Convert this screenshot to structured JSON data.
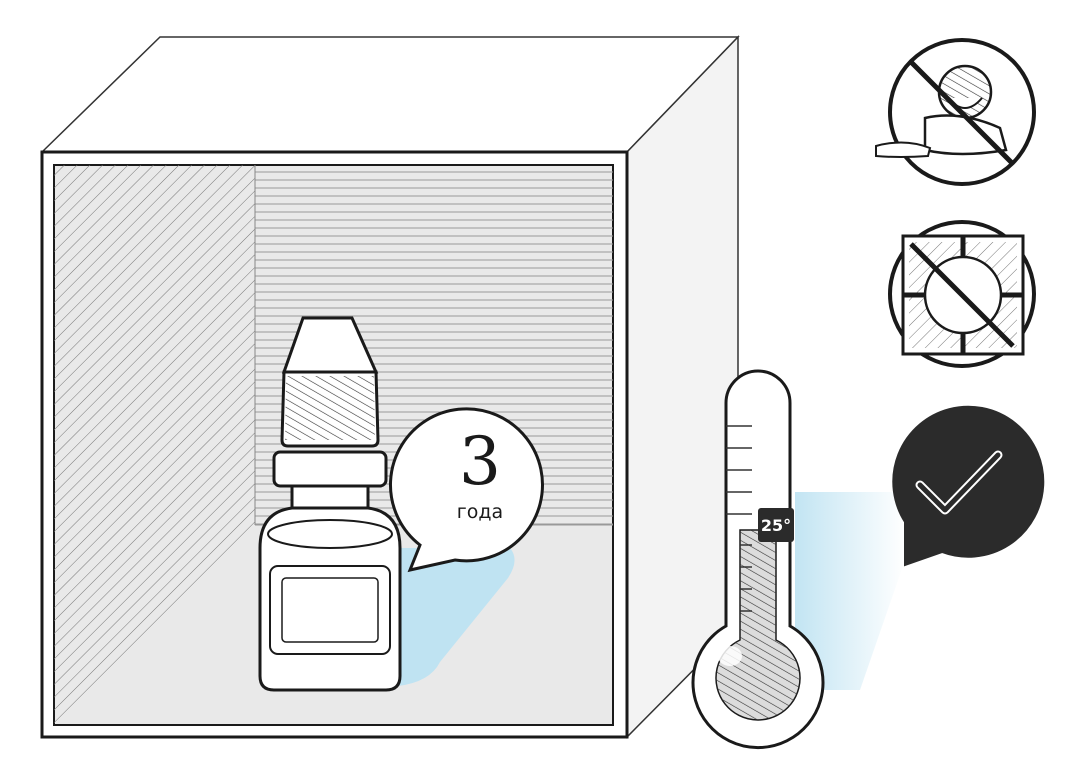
{
  "storage": {
    "shelf_life_number": "3",
    "shelf_life_unit": "года",
    "temperature_label": "25°"
  },
  "icons": {
    "no_children": "no-children-icon",
    "no_sunlight": "no-sunlight-icon",
    "approved": "checkmark-icon"
  },
  "colors": {
    "accent_blue": "#bfe3f2",
    "dark": "#2b2b2b",
    "cabinet_back": "#e9e9e9"
  }
}
